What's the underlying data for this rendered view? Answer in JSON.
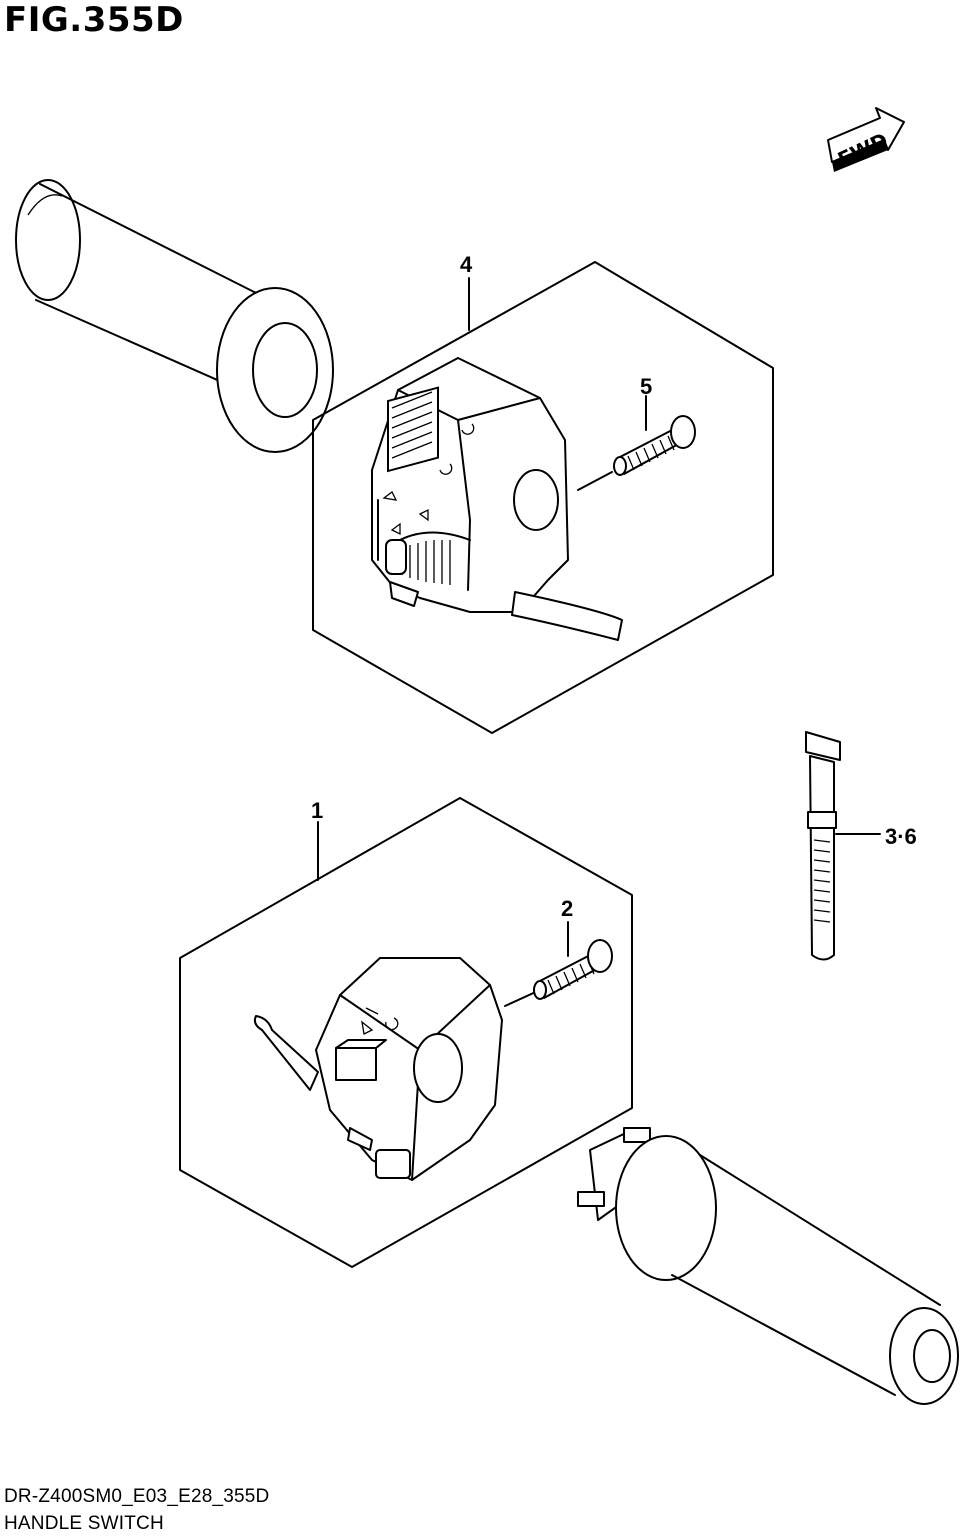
{
  "header": {
    "figure_title": "FIG.355D"
  },
  "footer": {
    "drawing_code": "DR-Z400SM0_E03_E28_355D",
    "section_name": "HANDLE SWITCH"
  },
  "direction_badge": {
    "text": "FWD"
  },
  "callouts": [
    {
      "id": "part-4",
      "label": "4"
    },
    {
      "id": "part-5",
      "label": "5"
    },
    {
      "id": "part-1",
      "label": "1"
    },
    {
      "id": "part-2",
      "label": "2"
    },
    {
      "id": "part-3-6",
      "label": "3·6"
    }
  ],
  "icons": [
    "fwd-arrow-icon",
    "grip-icon",
    "switch-assembly-icon",
    "screw-icon",
    "cable-tie-icon",
    "throttle-grip-icon"
  ]
}
